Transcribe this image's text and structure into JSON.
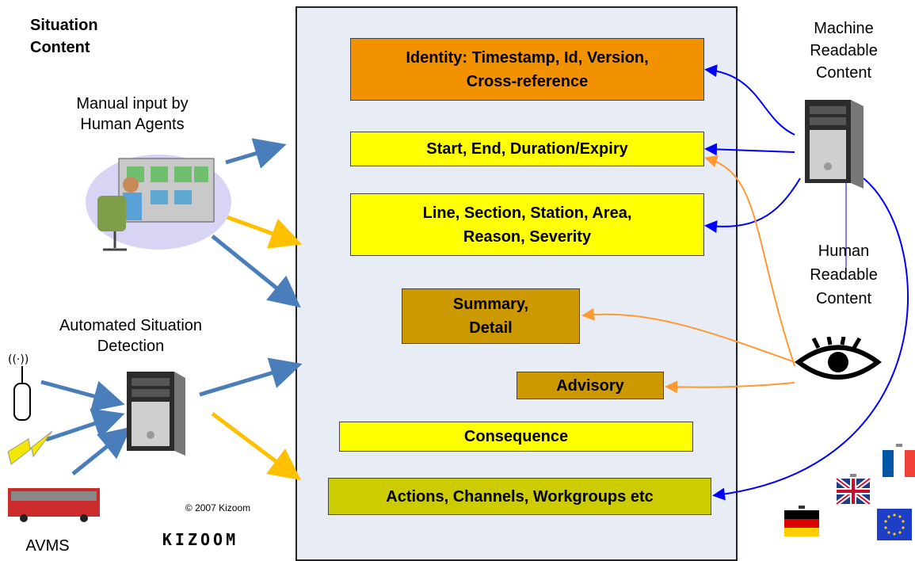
{
  "left": {
    "heading": [
      "Situation",
      "Content"
    ],
    "manual_input": [
      "Manual input by",
      "Human Agents"
    ],
    "automated": [
      "Automated Situation",
      "Detection"
    ],
    "avms": "AVMS",
    "copyright": "© 2007 Kizoom",
    "logo": "KIZOOM"
  },
  "right": {
    "machine": [
      "Machine",
      "Readable",
      "Content"
    ],
    "human": [
      "Human",
      "Readable",
      "Content"
    ]
  },
  "boxes": {
    "identity": [
      "Identity: Timestamp, Id, Version,",
      "Cross-reference"
    ],
    "start": "Start, End, Duration/Expiry",
    "line": [
      "Line, Section, Station, Area,",
      "Reason, Severity"
    ],
    "summary": [
      "Summary,",
      "Detail"
    ],
    "advisory": "Advisory",
    "consequence": "Consequence",
    "actions": "Actions, Channels, Workgroups etc"
  },
  "colors": {
    "identity": "#f39200",
    "yellow": "#ffff00",
    "brown": "#cc9900",
    "olive": "#cccc00",
    "machine_arrow": "#0000ff",
    "human_arrow": "#ff9933",
    "input_blue": "#4a7ebb",
    "input_orange": "#ffc000"
  },
  "icons": [
    "operator-workstation-icon",
    "server-icon",
    "antenna-icon",
    "lightning-icon",
    "bus-icon",
    "eye-icon",
    "flag-germany-icon",
    "flag-uk-icon",
    "flag-france-icon",
    "flag-eu-icon"
  ]
}
